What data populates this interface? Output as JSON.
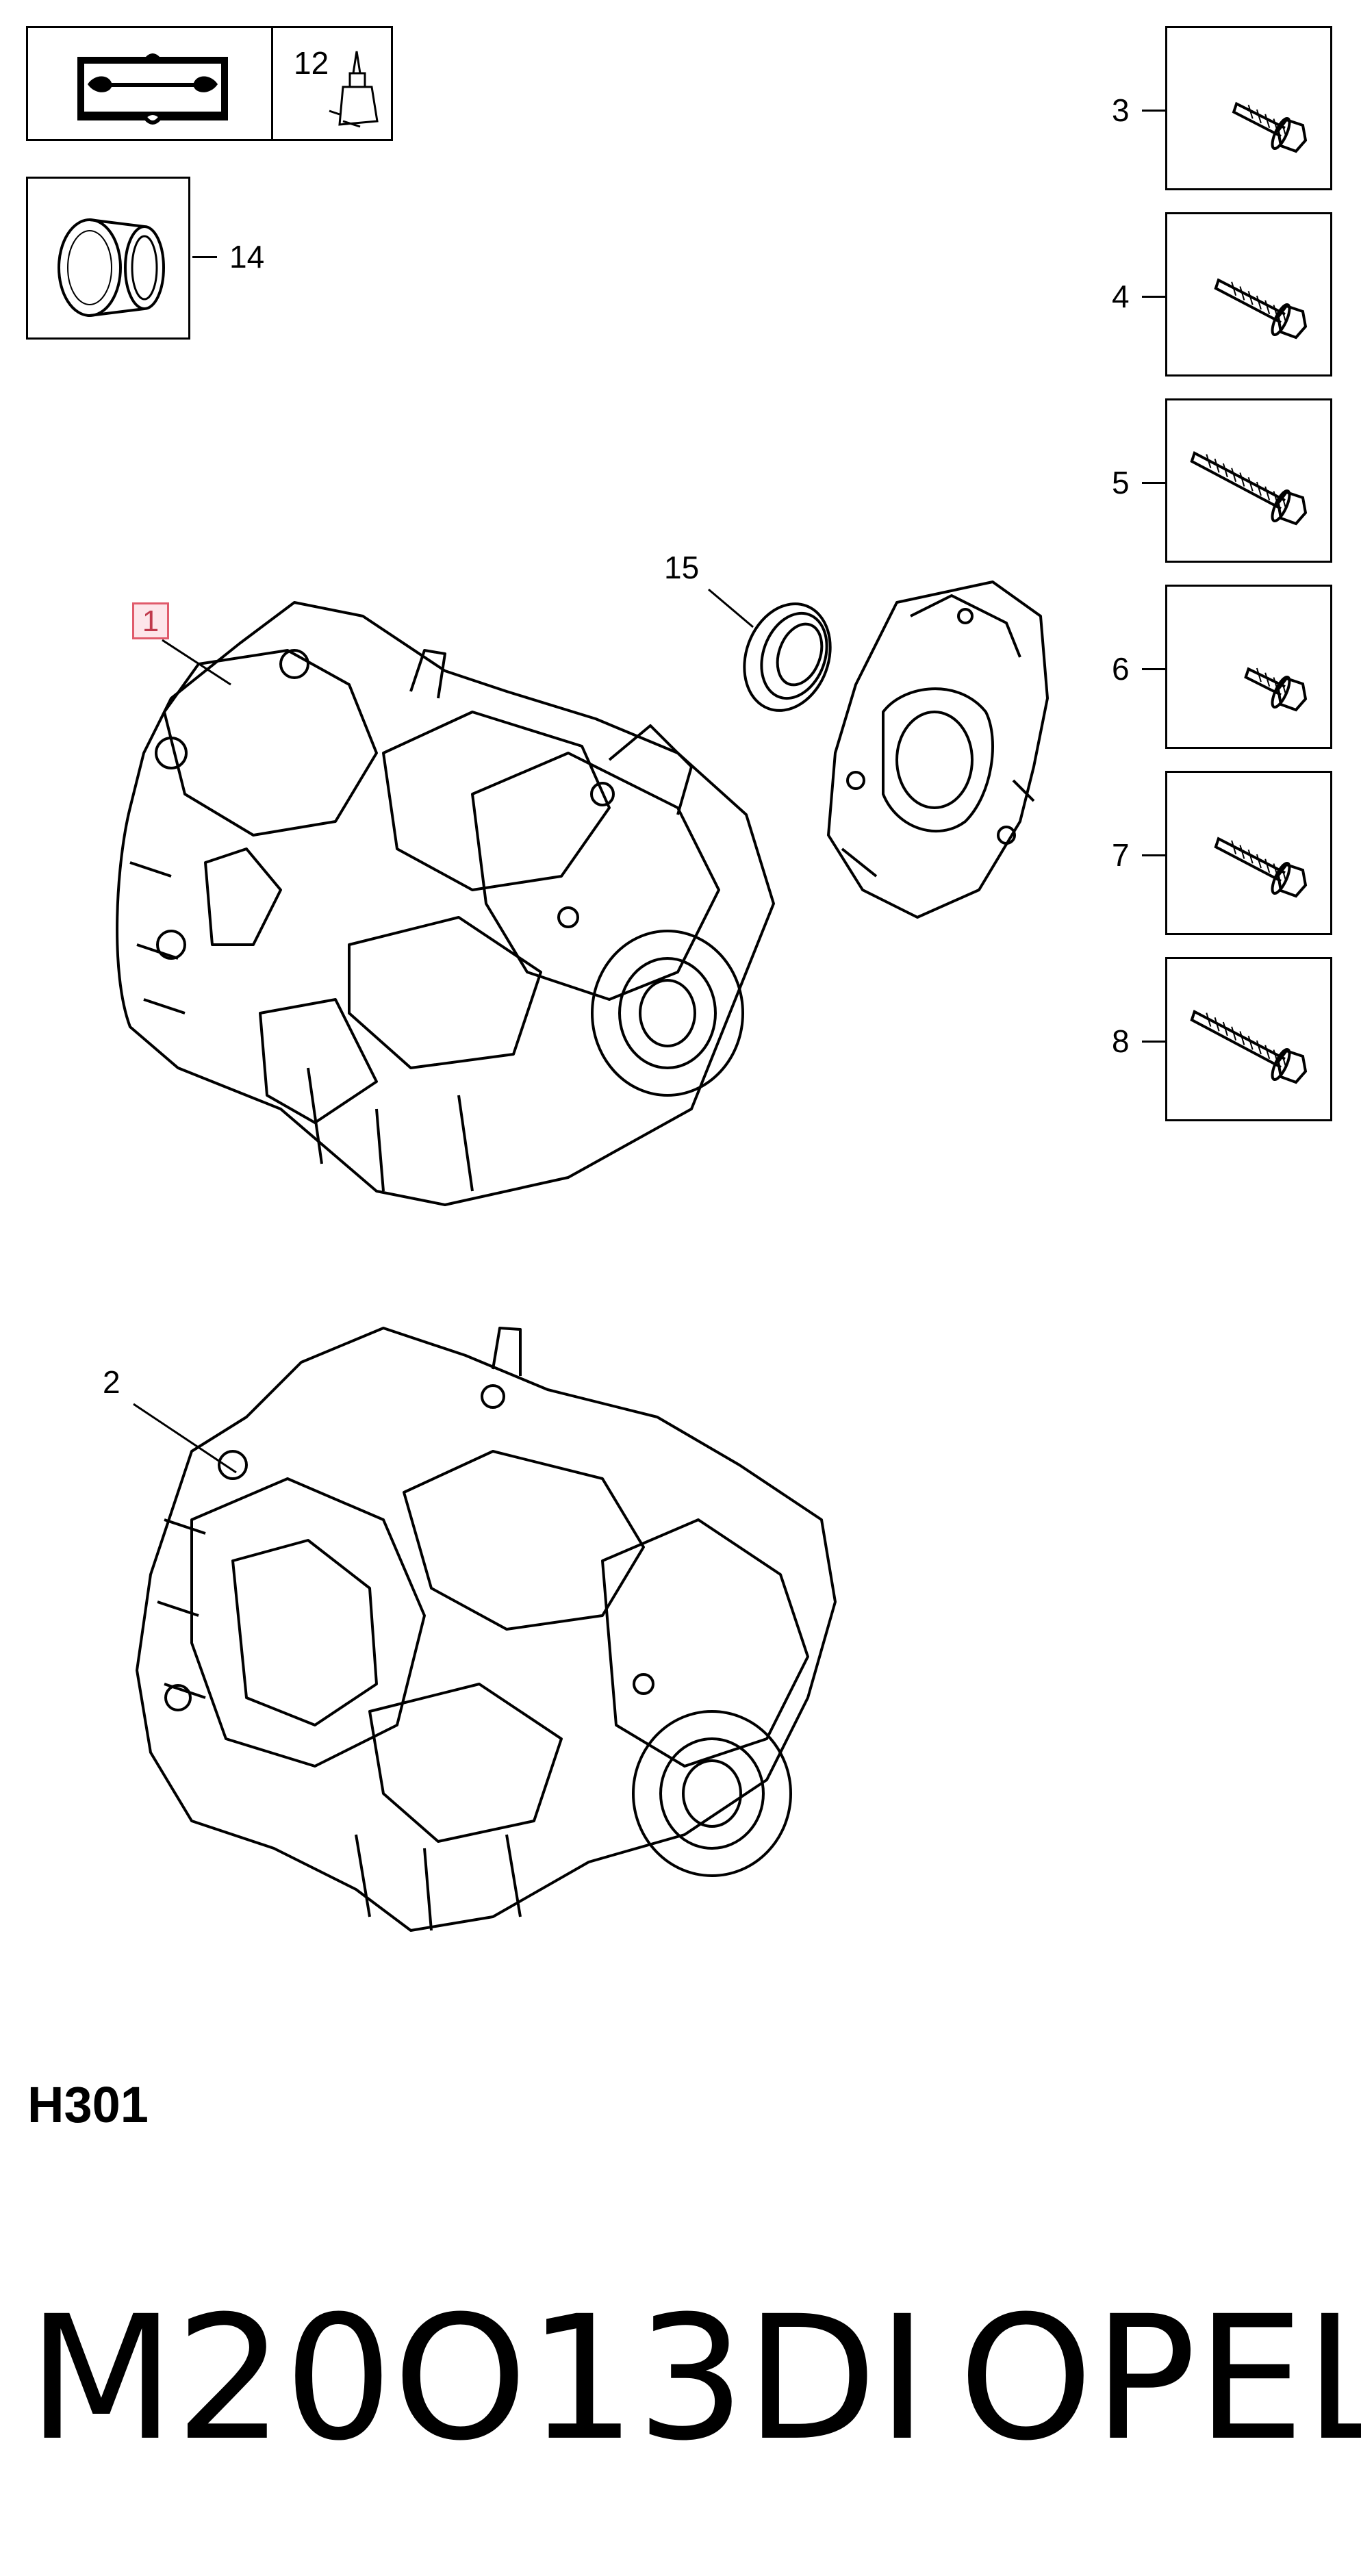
{
  "header": {
    "manual_icon": "repair-manual-icon",
    "adhesive_icon": "sealant-tube-icon",
    "item_12_label": "12",
    "item_14_label": "14"
  },
  "callouts": {
    "item_1": "1",
    "item_2": "2",
    "item_15": "15"
  },
  "fasteners": [
    {
      "label": "3",
      "icon": "short-flange-bolt-icon"
    },
    {
      "label": "4",
      "icon": "medium-flange-bolt-icon"
    },
    {
      "label": "5",
      "icon": "long-flange-bolt-icon"
    },
    {
      "label": "6",
      "icon": "stub-flange-bolt-icon"
    },
    {
      "label": "7",
      "icon": "medium-flange-bolt-icon"
    },
    {
      "label": "8",
      "icon": "long-flange-bolt-icon"
    }
  ],
  "section_code": "H301",
  "footer": {
    "model": "M20O13DI",
    "brand": "OPEL"
  },
  "colors": {
    "highlight_border": "#e05b6b",
    "highlight_fill": "#fde6ea"
  }
}
